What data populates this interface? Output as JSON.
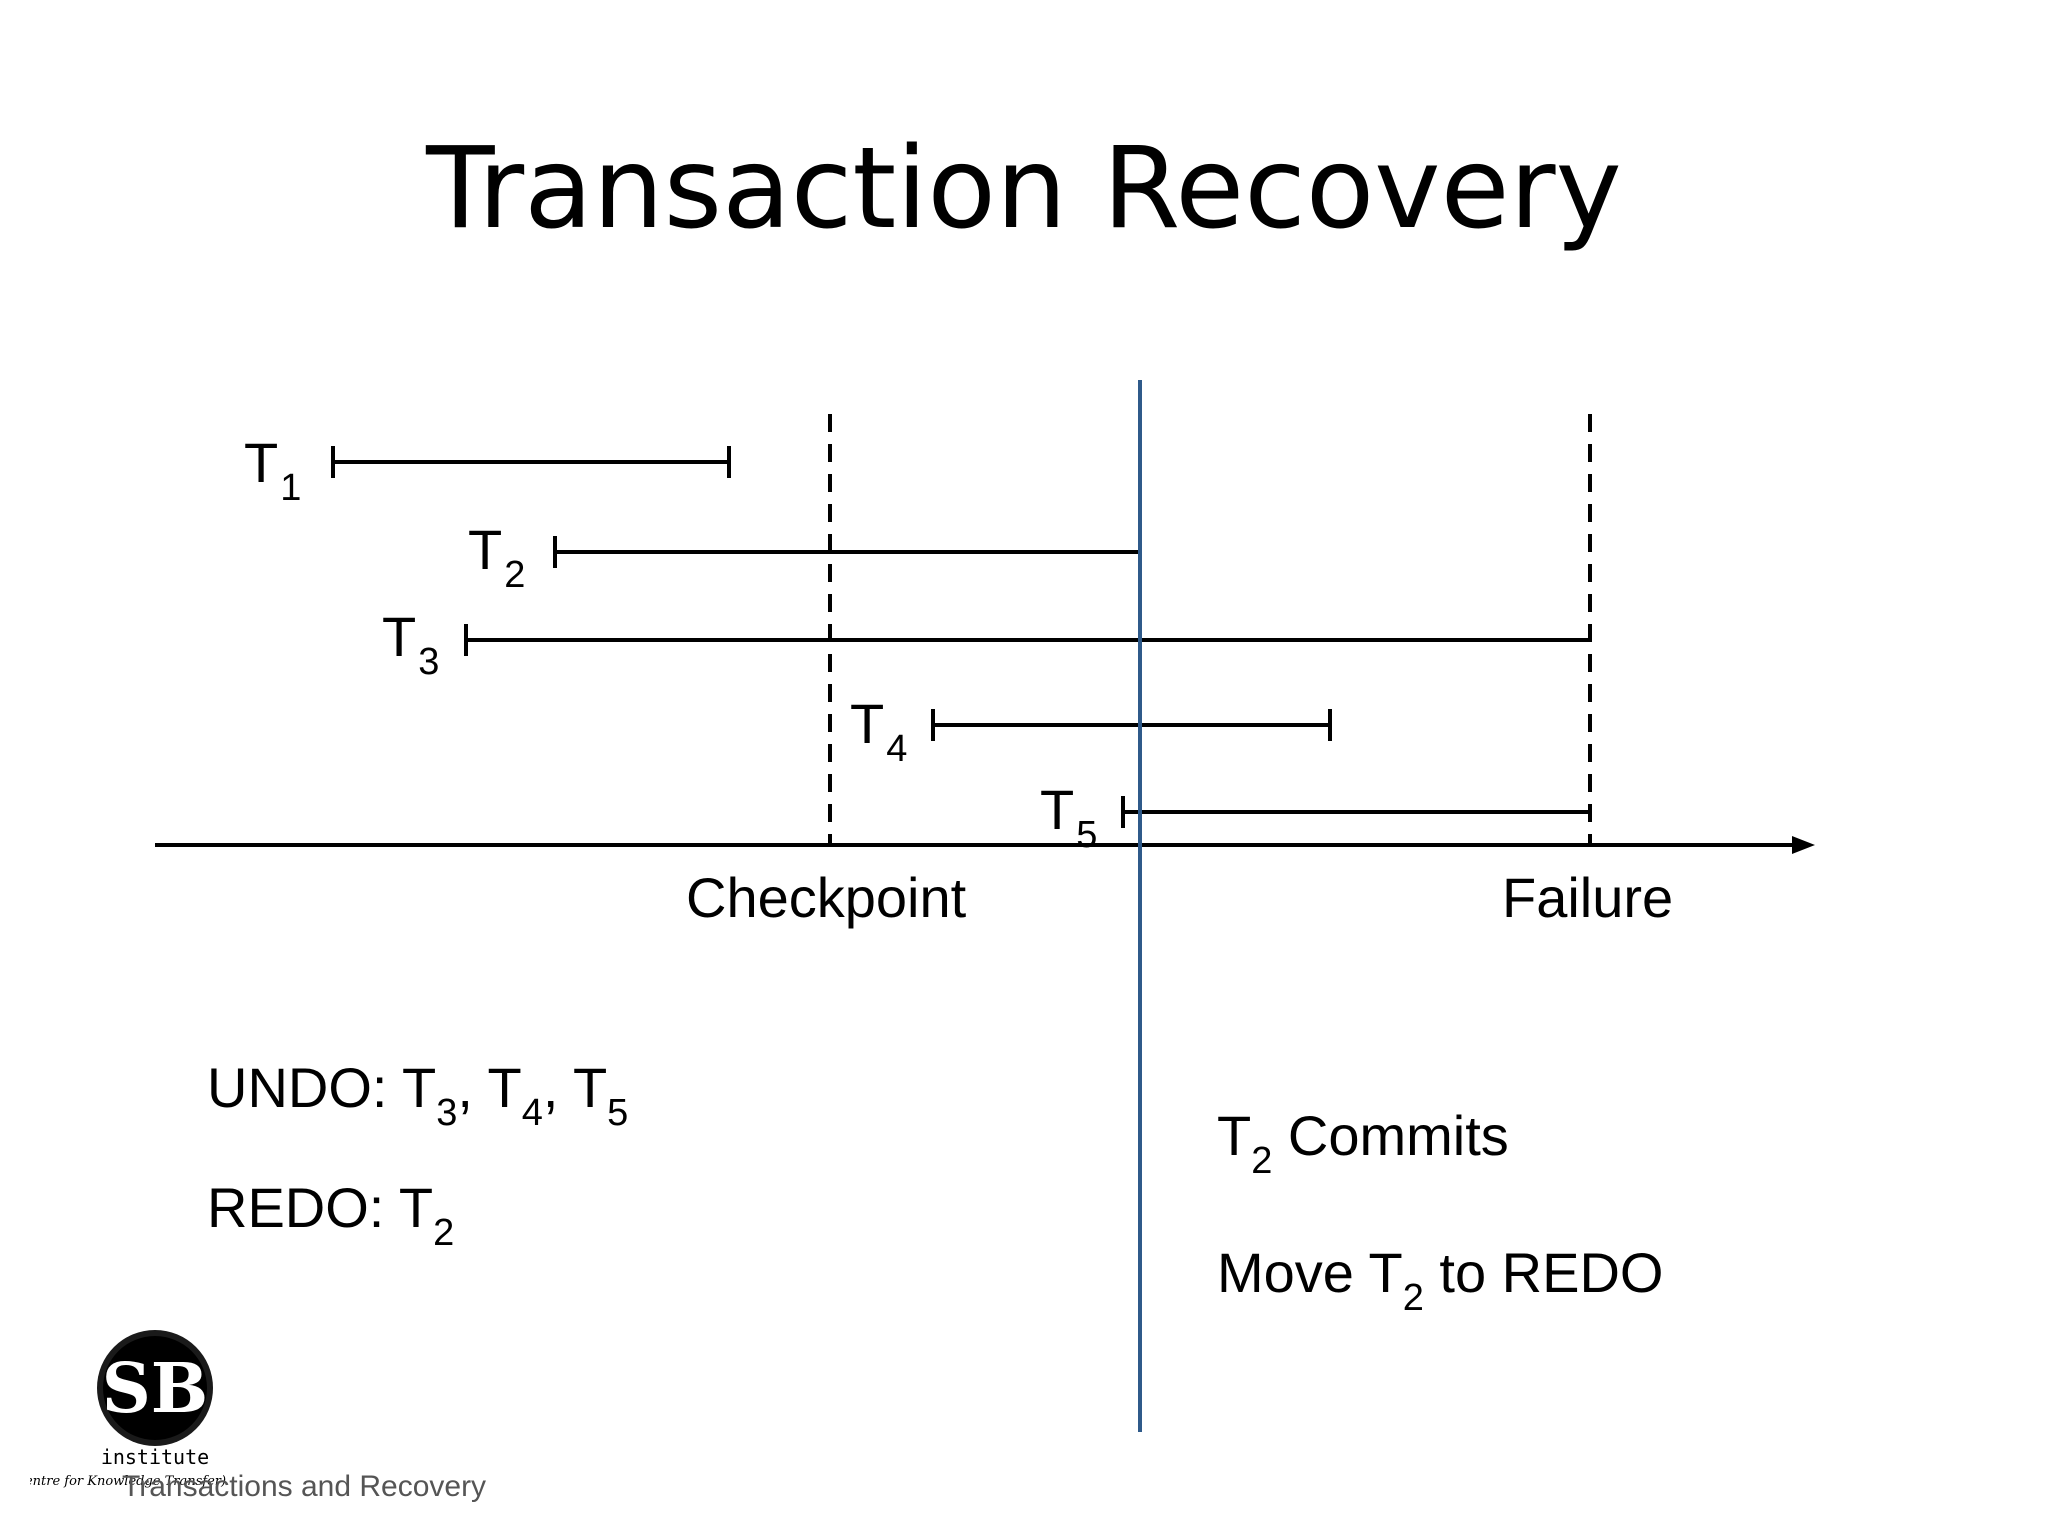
{
  "title": "Transaction Recovery",
  "transactions": [
    {
      "name": "T",
      "sub": "1"
    },
    {
      "name": "T",
      "sub": "2"
    },
    {
      "name": "T",
      "sub": "3"
    },
    {
      "name": "T",
      "sub": "4"
    },
    {
      "name": "T",
      "sub": "5"
    }
  ],
  "axis": {
    "checkpoint_label": "Checkpoint",
    "failure_label": "Failure"
  },
  "undo": {
    "prefix": "UNDO: ",
    "items": [
      {
        "name": "T",
        "sub": "3",
        "sep": ", "
      },
      {
        "name": "T",
        "sub": "4",
        "sep": ", "
      },
      {
        "name": "T",
        "sub": "5",
        "sep": ""
      }
    ]
  },
  "redo": {
    "prefix": "REDO: ",
    "name": "T",
    "sub": "2"
  },
  "commit_note": {
    "name": "T",
    "sub": "2",
    "suffix": " Commits"
  },
  "move_note": {
    "prefix": "Move ",
    "name": "T",
    "sub": "2",
    "suffix": " to REDO"
  },
  "logo": {
    "letters": "SB",
    "word": "institute",
    "tagline": "(Centre for Knowledge Transfer)"
  },
  "footer": "Transactions and Recovery",
  "colors": {
    "divider": "#2f5a8a",
    "line": "#000000"
  }
}
